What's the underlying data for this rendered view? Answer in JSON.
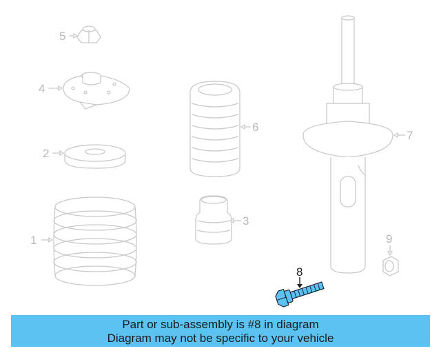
{
  "diagram": {
    "callouts": {
      "c1": "1",
      "c2": "2",
      "c3": "3",
      "c4": "4",
      "c5": "5",
      "c6": "6",
      "c7": "7",
      "c8": "8",
      "c9": "9"
    },
    "highlight_color": "#5bc2f2",
    "ghost_color": "#c9c9c9"
  },
  "banner": {
    "line1": "Part or sub-assembly is #8 in diagram",
    "line2": "Diagram may not be specific to your vehicle"
  }
}
